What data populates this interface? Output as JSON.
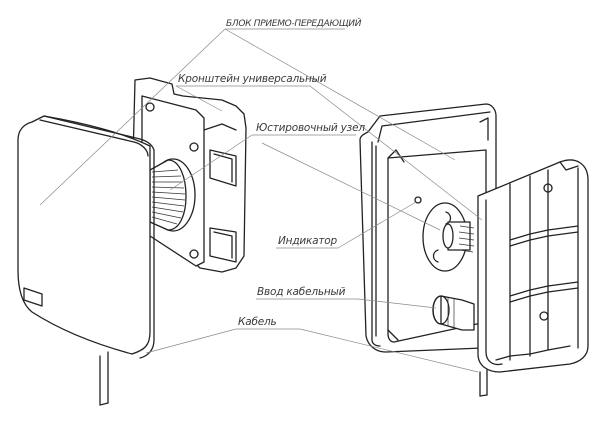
{
  "diagram": {
    "type": "exploded-assembly-drawing",
    "language": "ru",
    "labels": {
      "transceiver_unit": "БЛОК ПРИЕМО-ПЕРЕДАЮЩИЙ",
      "universal_bracket": "Кронштейн универсальный",
      "alignment_unit": "Юстировочный узел",
      "indicator": "Индикатор",
      "cable_gland": "Ввод кабельный",
      "cable": "Кабель"
    },
    "views": [
      "front-view",
      "rear-view"
    ],
    "line_color": "#222222",
    "leader_color": "#8a8a8a"
  }
}
